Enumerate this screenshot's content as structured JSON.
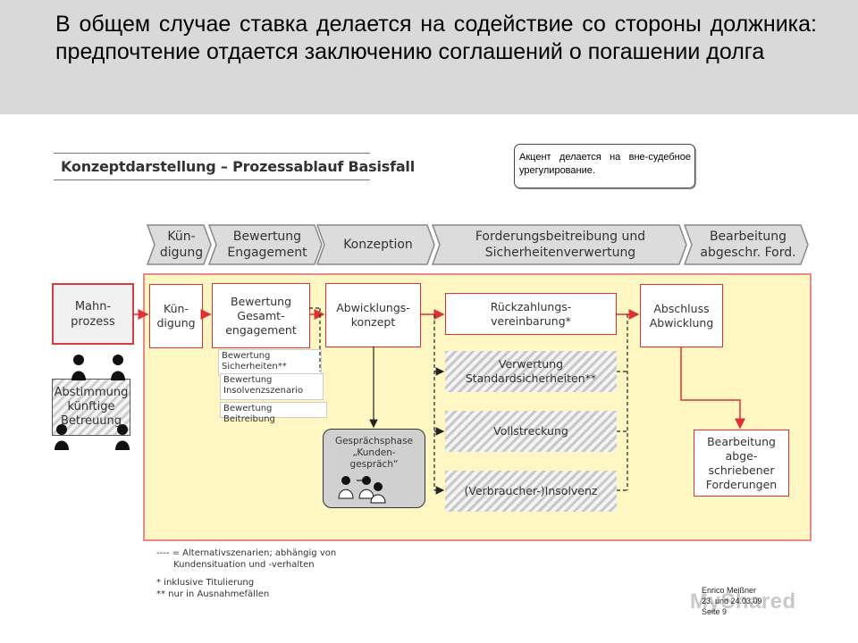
{
  "slide": {
    "title": "В общем случае ставка делается на содействие со стороны должника: предпочтение отдается заключению соглашений о погашении долга",
    "callout": "Акцент делается на вне-судебное урегулирование."
  },
  "diagram": {
    "title": "Konzeptdarstellung – Prozessablauf Basisfall",
    "phases": [
      "Kün-\ndigung",
      "Bewertung\nEngagement",
      "Konzeption",
      "Forderungsbeitreibung und\nSicherheitenverwertung",
      "Bearbeitung\nabgeschr. Ford."
    ],
    "pre_boxes": {
      "mahnprozess": "Mahn-\nprozess",
      "abstimmung": "Abstimmung\nkünftige\nBetreuung"
    },
    "boxes": {
      "kuendigung": "Kün-\ndigung",
      "bewertung_gesamt": "Bewertung\nGesamt-\nengagement",
      "abwicklungskonzept": "Abwicklungs-\nkonzept",
      "rueckzahlung": "Rückzahlungs-\nvereinbarung*",
      "verwertung": "Verwertung\nStandardsicherheiten**",
      "vollstreckung": "Vollstreckung",
      "insolvenz": "(Verbraucher-)Insolvenz",
      "abschluss": "Abschluss\nAbwicklung",
      "bearbeitung": "Bearbeitung\nabge-\nschriebener\nForderungen"
    },
    "bewertung_subitems": [
      "Bewertung\nSicherheiten**",
      "Bewertung\nInsolvenzszenario",
      "Bewertung Beitreibung"
    ],
    "gespraechsphase": "Gesprächsphase\n„Kunden-\ngespräch“",
    "legend": [
      "---- = Alternativszenarien; abhängig von\n      Kundensituation und -verhalten",
      "* inklusive Titulierung\n** nur in Ausnahmefällen"
    ]
  },
  "footer": {
    "author": "Enrico Meißner",
    "date": "23. und 24.03.09",
    "page": "Seite 9"
  },
  "watermark": "MyShared",
  "colors": {
    "accent_red": "#e03030",
    "highlight_yellow": "#fff7c3",
    "header_gray": "#d9d9d9"
  }
}
